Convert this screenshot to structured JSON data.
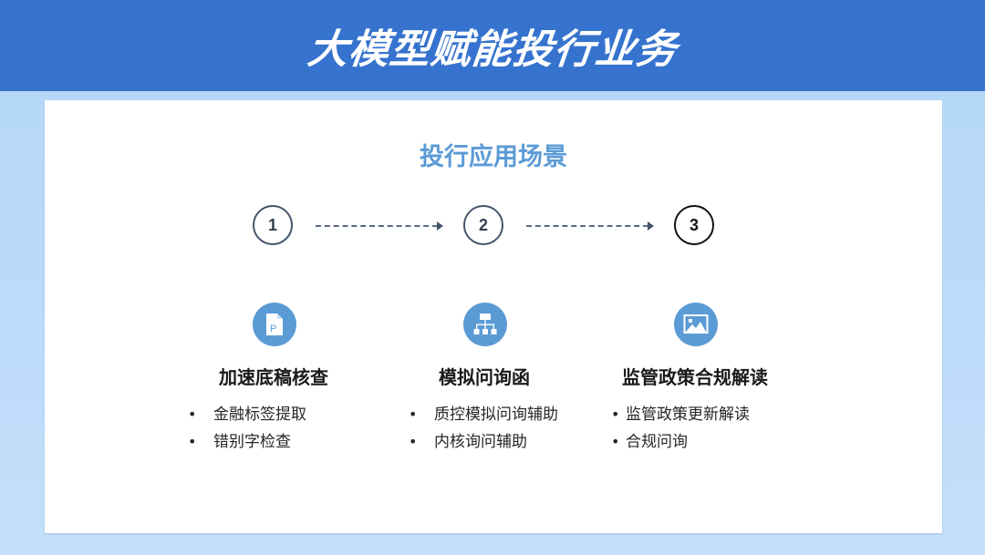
{
  "header": {
    "title": "大模型赋能投行业务",
    "bg_color": "#3673CE"
  },
  "main": {
    "section_title": "投行应用场景",
    "accent_color": "#5B9BD5",
    "steps": [
      {
        "number": "1"
      },
      {
        "number": "2"
      },
      {
        "number": "3"
      }
    ],
    "columns": [
      {
        "icon": "document-p-icon",
        "title": "加速底稿核查",
        "bullet": "•",
        "items": [
          "金融标签提取",
          "错别字检查"
        ]
      },
      {
        "icon": "org-chart-icon",
        "title": "模拟问询函",
        "bullet": "•",
        "items": [
          "质控模拟问询辅助",
          "内核询问辅助"
        ]
      },
      {
        "icon": "image-icon",
        "title": "监管政策合规解读",
        "bullet": "•",
        "items": [
          "监管政策更新解读",
          "合规问询"
        ]
      }
    ]
  }
}
